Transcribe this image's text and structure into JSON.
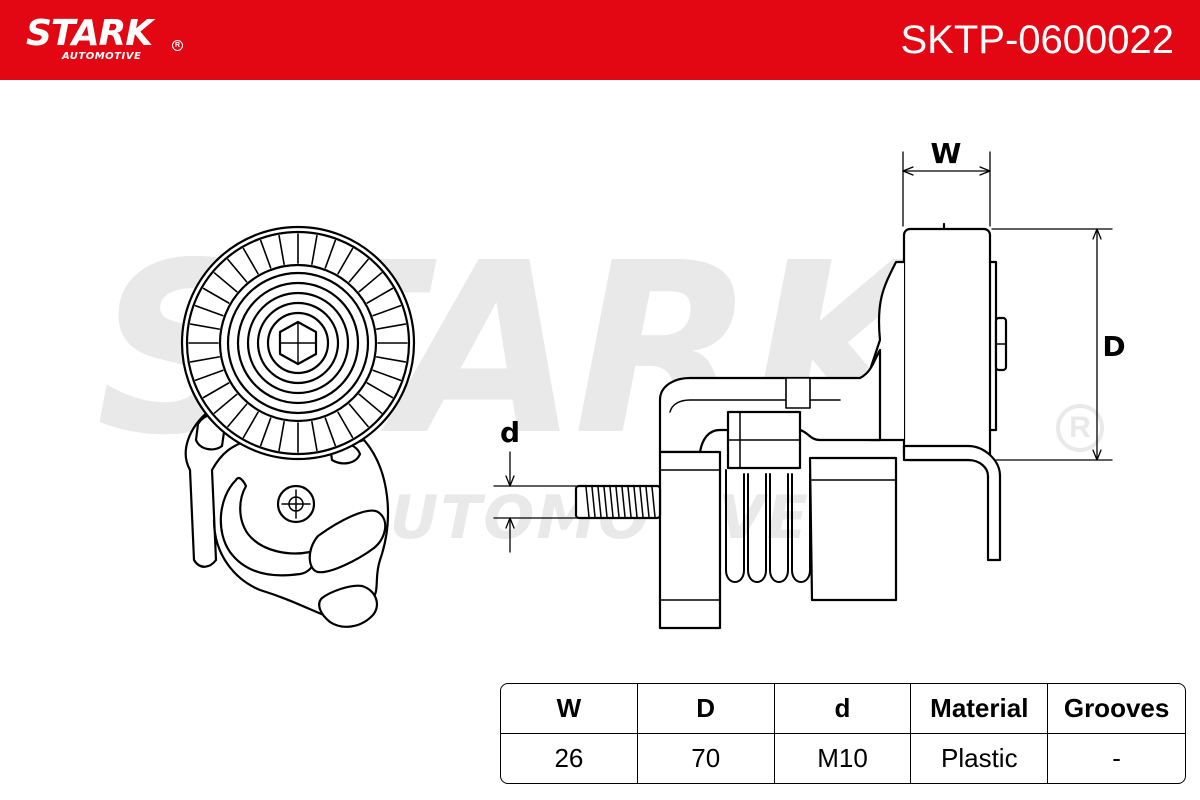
{
  "brand": {
    "name": "STARK",
    "sub": "AUTOMOTIVE",
    "registered": "R"
  },
  "part_number": "SKTP-0600022",
  "watermark": {
    "main": "STARK",
    "sub": "AUTOMOTIVE",
    "registered": "R"
  },
  "dimension_labels": {
    "w": "W",
    "d_outer": "D",
    "d_bolt": "d"
  },
  "specs": {
    "headers": [
      "W",
      "D",
      "d",
      "Material",
      "Grooves"
    ],
    "values": [
      "26",
      "70",
      "M10",
      "Plastic",
      "-"
    ]
  },
  "colors": {
    "brand_red": "#e30613",
    "watermark_gray": "#e9e9e9",
    "line": "#000000"
  }
}
